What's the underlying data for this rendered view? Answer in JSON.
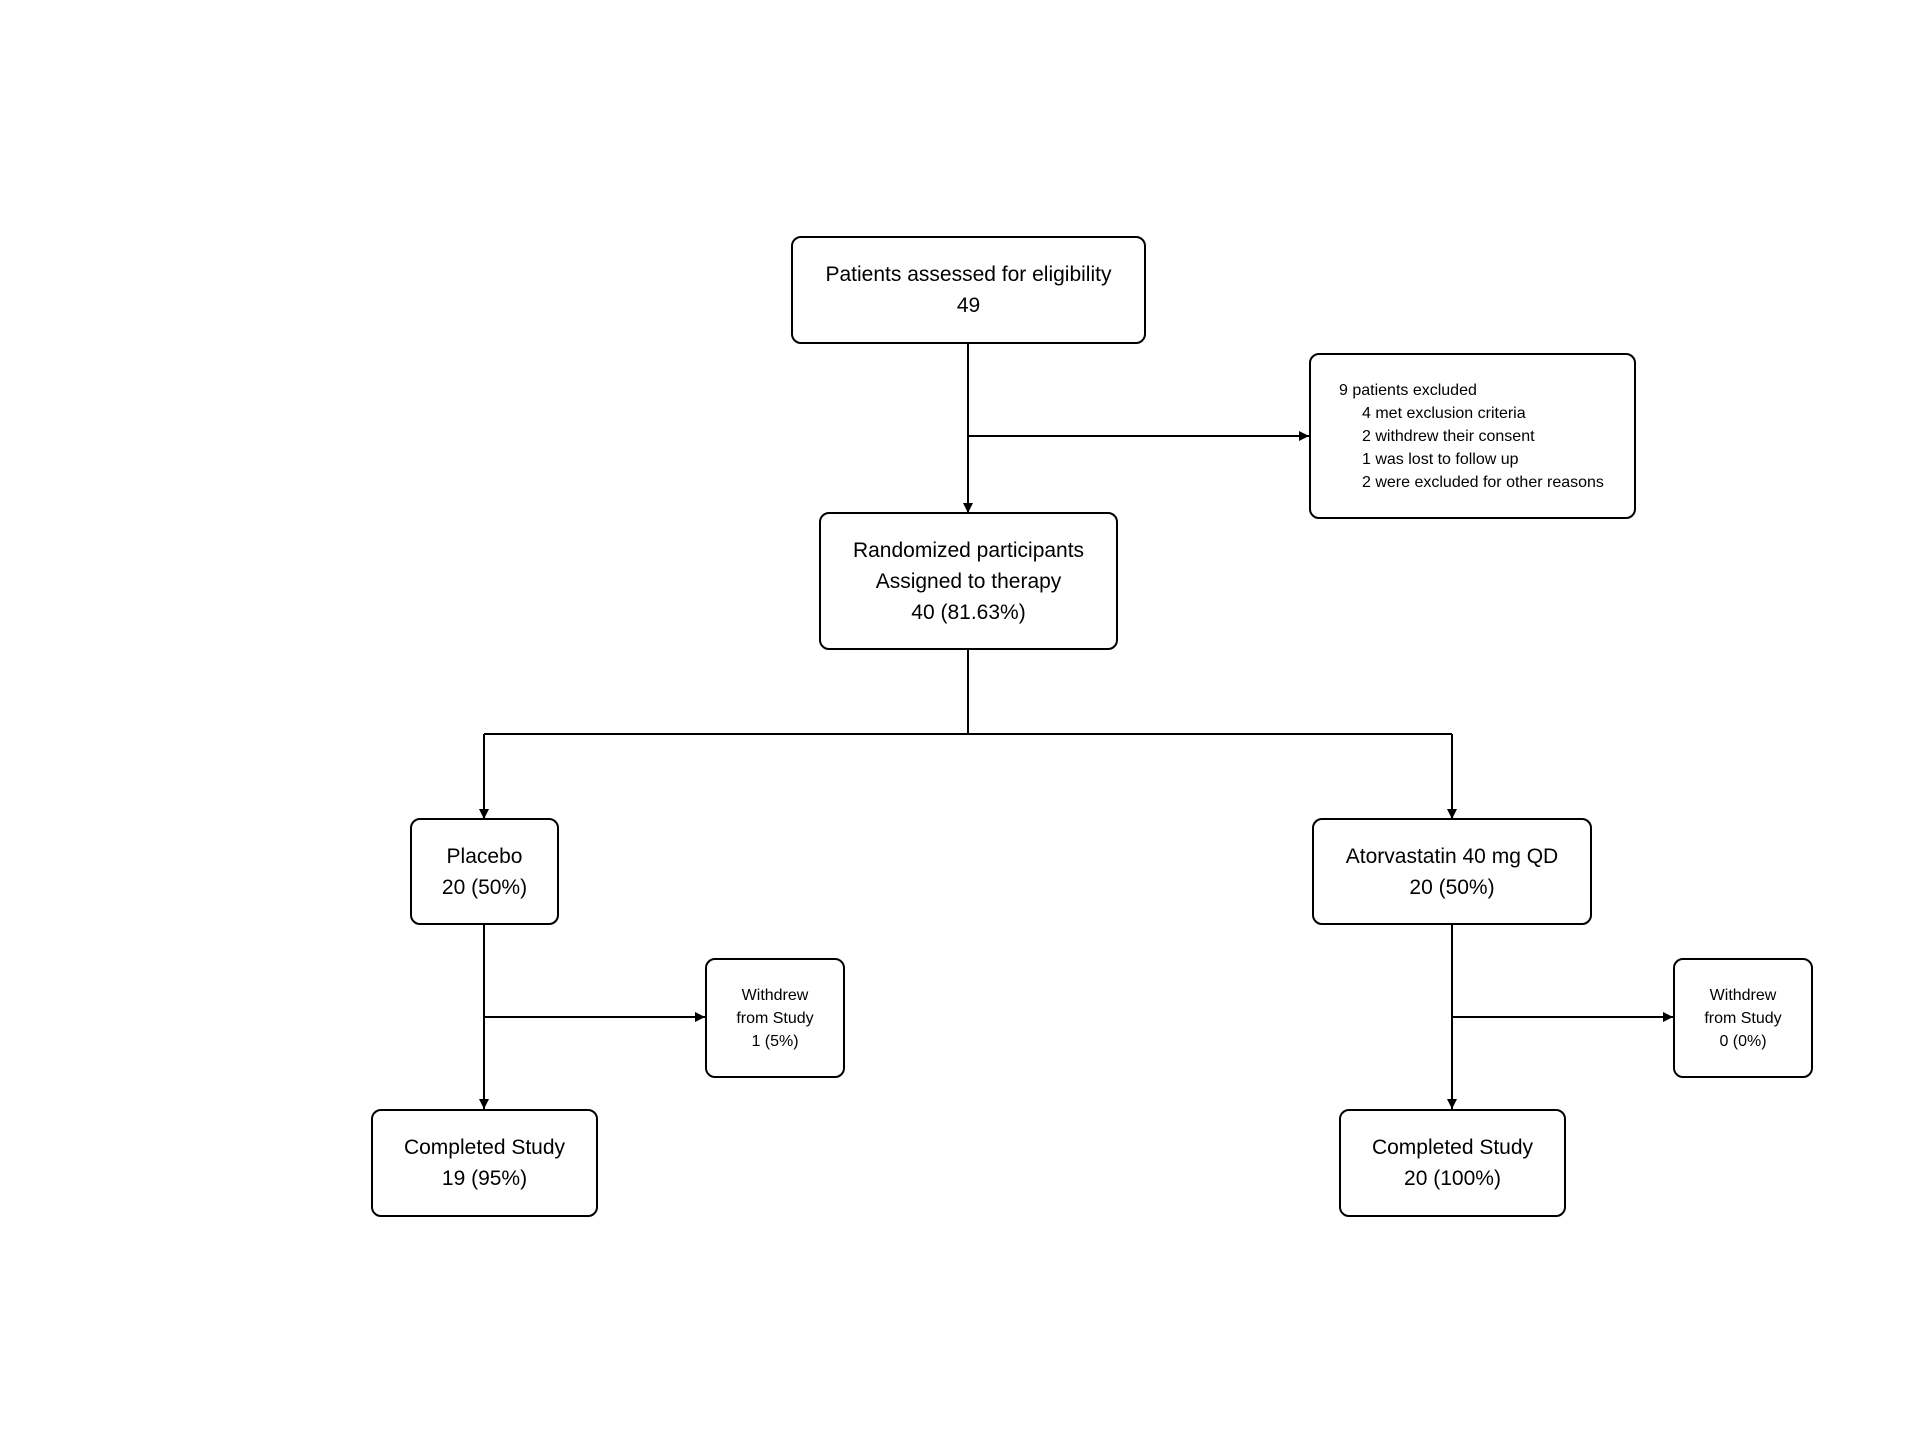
{
  "diagram": {
    "assessed": {
      "label": "Patients assessed for eligibility",
      "count": "49"
    },
    "excluded": {
      "title": "9 patients excluded",
      "reasons": [
        "4 met exclusion criteria",
        "2 withdrew their consent",
        "1 was lost to follow up",
        "2 were excluded for other reasons"
      ]
    },
    "randomized": {
      "line1": "Randomized participants",
      "line2": "Assigned to therapy",
      "count": "40 (81.63%)"
    },
    "placebo": {
      "label": "Placebo",
      "count": "20 (50%)"
    },
    "atorvastatin": {
      "label": "Atorvastatin 40 mg QD",
      "count": "20 (50%)"
    },
    "placebo_withdrew": {
      "line1": "Withdrew",
      "line2": "from Study",
      "count": "1 (5%)"
    },
    "atorvastatin_withdrew": {
      "line1": "Withdrew",
      "line2": "from Study",
      "count": "0 (0%)"
    },
    "placebo_completed": {
      "label": "Completed Study",
      "count": "19 (95%)"
    },
    "atorvastatin_completed": {
      "label": "Completed Study",
      "count": "20 (100%)"
    }
  },
  "colors": {
    "stroke": "#000000",
    "background": "#ffffff"
  }
}
